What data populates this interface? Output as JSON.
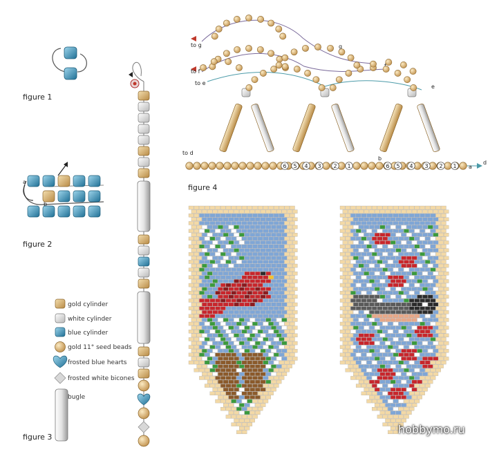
{
  "labels": {
    "figure1": "figure 1",
    "figure2": "figure 2",
    "figure3": "figure 3",
    "figure4": "figure 4"
  },
  "legend": [
    {
      "icon": "gold-cylinder-icon",
      "text": "gold cylinder"
    },
    {
      "icon": "white-cylinder-icon",
      "text": "white cylinder"
    },
    {
      "icon": "blue-cylinder-icon",
      "text": "blue cylinder"
    },
    {
      "icon": "gold-seed-bead-icon",
      "text": "gold 11° seed beads"
    },
    {
      "icon": "heart-bead-icon",
      "text": "frosted blue hearts"
    },
    {
      "icon": "bicone-bead-icon",
      "text": "frosted white bicones"
    },
    {
      "icon": "bugle-bead-icon",
      "text": "bugle"
    }
  ],
  "fig2_tags": {
    "a": "a",
    "b": "b"
  },
  "fig4_tags": {
    "to_g": "to g",
    "to_f": "to f",
    "to_e": "to e",
    "to_d": "to d",
    "g": "g",
    "f": "f",
    "e": "e",
    "a": "a",
    "b": "b",
    "d": "d"
  },
  "fig4_numbers": [
    "6",
    "5",
    "4",
    "3",
    "2",
    "1",
    "b",
    "6",
    "5",
    "4",
    "3",
    "2",
    "1"
  ],
  "watermark": "hobbymo.ru",
  "colors": {
    "gold": "#d6b277",
    "white_bead": "#e8e8e8",
    "blue_bead": "#3a8fb7",
    "pattern_blue": "#7fa6d6",
    "pattern_cream": "#f3d9a6",
    "red": "#c8262c",
    "green": "#3b9a3d",
    "brown": "#8b5a2b"
  }
}
